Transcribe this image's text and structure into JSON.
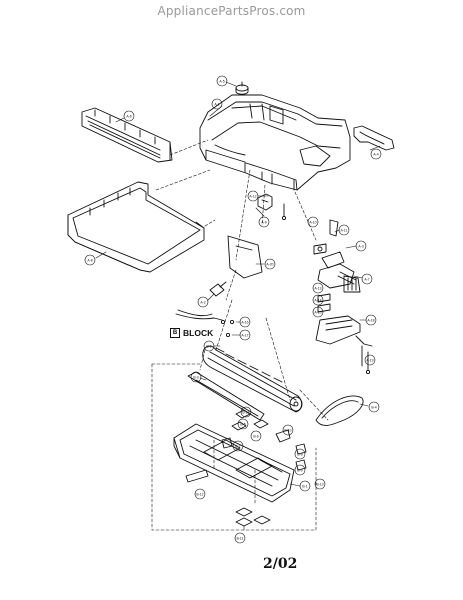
{
  "header": {
    "site": "AppliancePartsPros.com"
  },
  "page": {
    "number": "2/02"
  },
  "block": {
    "letter": "B",
    "label": "BLOCK"
  },
  "callouts": [
    {
      "id": "c-a5",
      "text": "A-5"
    },
    {
      "id": "c-a1",
      "text": "A-1"
    },
    {
      "id": "c-a6",
      "text": "A-6"
    },
    {
      "id": "c-a4",
      "text": "A-4"
    },
    {
      "id": "c-a8",
      "text": "A-8"
    },
    {
      "id": "c-a12a",
      "text": "A-12"
    },
    {
      "id": "c-a9",
      "text": "A-9"
    },
    {
      "id": "c-a10",
      "text": "A-10"
    },
    {
      "id": "c-a11",
      "text": "A-11"
    },
    {
      "id": "c-a20",
      "text": "A-20"
    },
    {
      "id": "c-a7",
      "text": "A-7"
    },
    {
      "id": "c-a3",
      "text": "A-3"
    },
    {
      "id": "c-a13",
      "text": "A-13"
    },
    {
      "id": "c-a14",
      "text": "A-14"
    },
    {
      "id": "c-a15",
      "text": "A-15"
    },
    {
      "id": "c-a2",
      "text": "A-2"
    },
    {
      "id": "c-a16",
      "text": "A-16"
    },
    {
      "id": "c-a17",
      "text": "A-17"
    },
    {
      "id": "c-a18",
      "text": "A-18"
    },
    {
      "id": "c-a19",
      "text": "A-19"
    },
    {
      "id": "c-b1",
      "text": "B-1"
    },
    {
      "id": "c-b2",
      "text": "B-2"
    },
    {
      "id": "c-b3",
      "text": "B-3"
    },
    {
      "id": "c-b4",
      "text": "B-4"
    },
    {
      "id": "c-b5",
      "text": "B-5"
    },
    {
      "id": "c-b6",
      "text": "B-6"
    },
    {
      "id": "c-b7",
      "text": "B-7"
    },
    {
      "id": "c-b8",
      "text": "B-8"
    },
    {
      "id": "c-b9",
      "text": "B-9"
    },
    {
      "id": "c-b10",
      "text": "B-10"
    },
    {
      "id": "c-b11",
      "text": "B-11"
    },
    {
      "id": "c-b12",
      "text": "B-12"
    },
    {
      "id": "c-b13",
      "text": "B-13"
    },
    {
      "id": "c-b14",
      "text": "B-14"
    }
  ],
  "colors": {
    "ink": "#111111",
    "header": "#9a9a9a",
    "background": "#ffffff"
  }
}
